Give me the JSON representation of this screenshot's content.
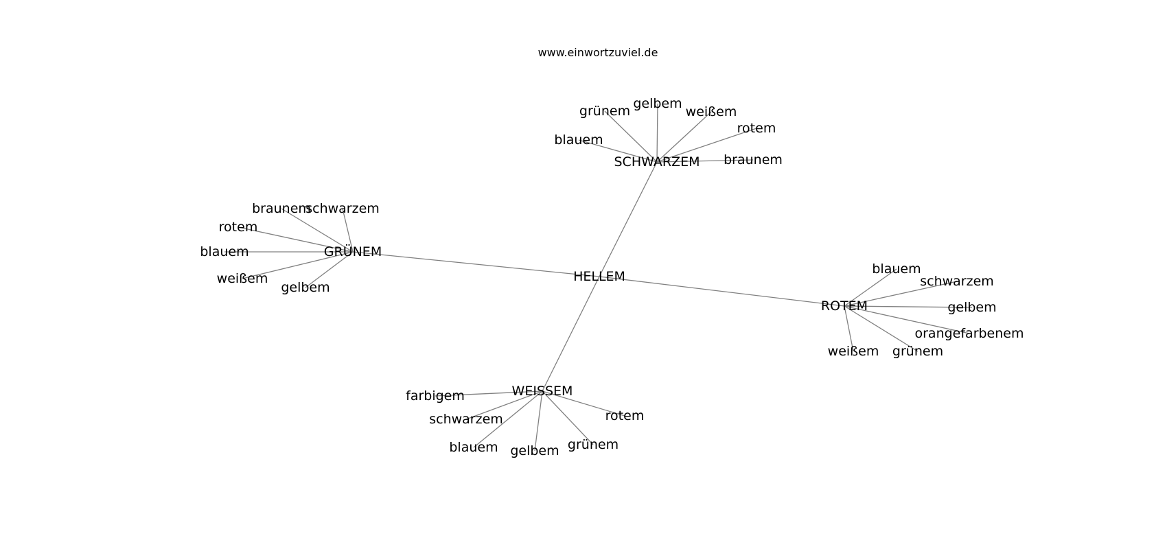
{
  "site": "www.einwortzuviel.de",
  "graph": {
    "center": "HELLEM",
    "groups": [
      {
        "id": "schwarzem",
        "label": "SCHWARZEM",
        "children": [
          "blauem",
          "grünem",
          "gelbem",
          "weißem",
          "rotem",
          "braunem"
        ]
      },
      {
        "id": "gruenem",
        "label": "GRÜNEM",
        "children": [
          "braunem",
          "schwarzem",
          "rotem",
          "blauem",
          "weißem",
          "gelbem"
        ]
      },
      {
        "id": "rotem",
        "label": "ROTEM",
        "children": [
          "blauem",
          "schwarzem",
          "gelbem",
          "orangefarbenem",
          "grünem",
          "weißem"
        ]
      },
      {
        "id": "weissem",
        "label": "WEISSEM",
        "children": [
          "farbigem",
          "schwarzem",
          "blauem",
          "gelbem",
          "grünem",
          "rotem"
        ]
      }
    ]
  }
}
